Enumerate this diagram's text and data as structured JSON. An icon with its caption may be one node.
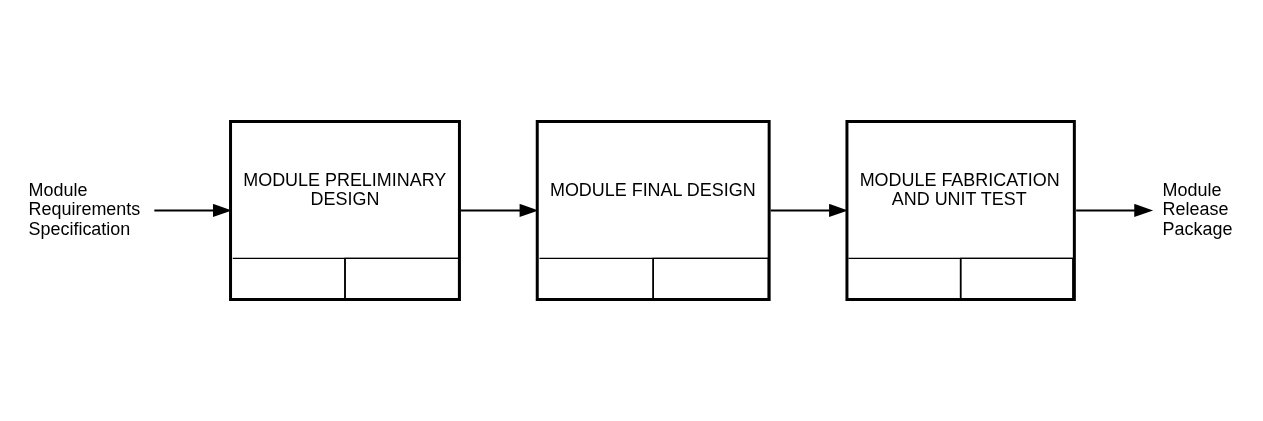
{
  "diagram": {
    "nodes": [
      {
        "text": [
          "Module Requirements Specification"
        ]
      },
      {
        "text": [
          "MODULE PRELIMINARY DESIGN"
        ]
      },
      {
        "text": [
          "MODULE FINAL DESIGN"
        ]
      },
      {
        "text": [
          "MODULE FABRICATION AND UNIT TEST"
        ]
      },
      {
        "text": [
          "Module Release Package"
        ]
      }
    ],
    "edges": [
      {
        "from": 0,
        "to": 1,
        "arrow": "to"
      },
      {
        "from": 1,
        "to": 2,
        "arrow": "to"
      },
      {
        "from": 2,
        "to": 3,
        "arrow": "to"
      },
      {
        "from": 3,
        "to": 4,
        "arrow": "to"
      }
    ]
  }
}
